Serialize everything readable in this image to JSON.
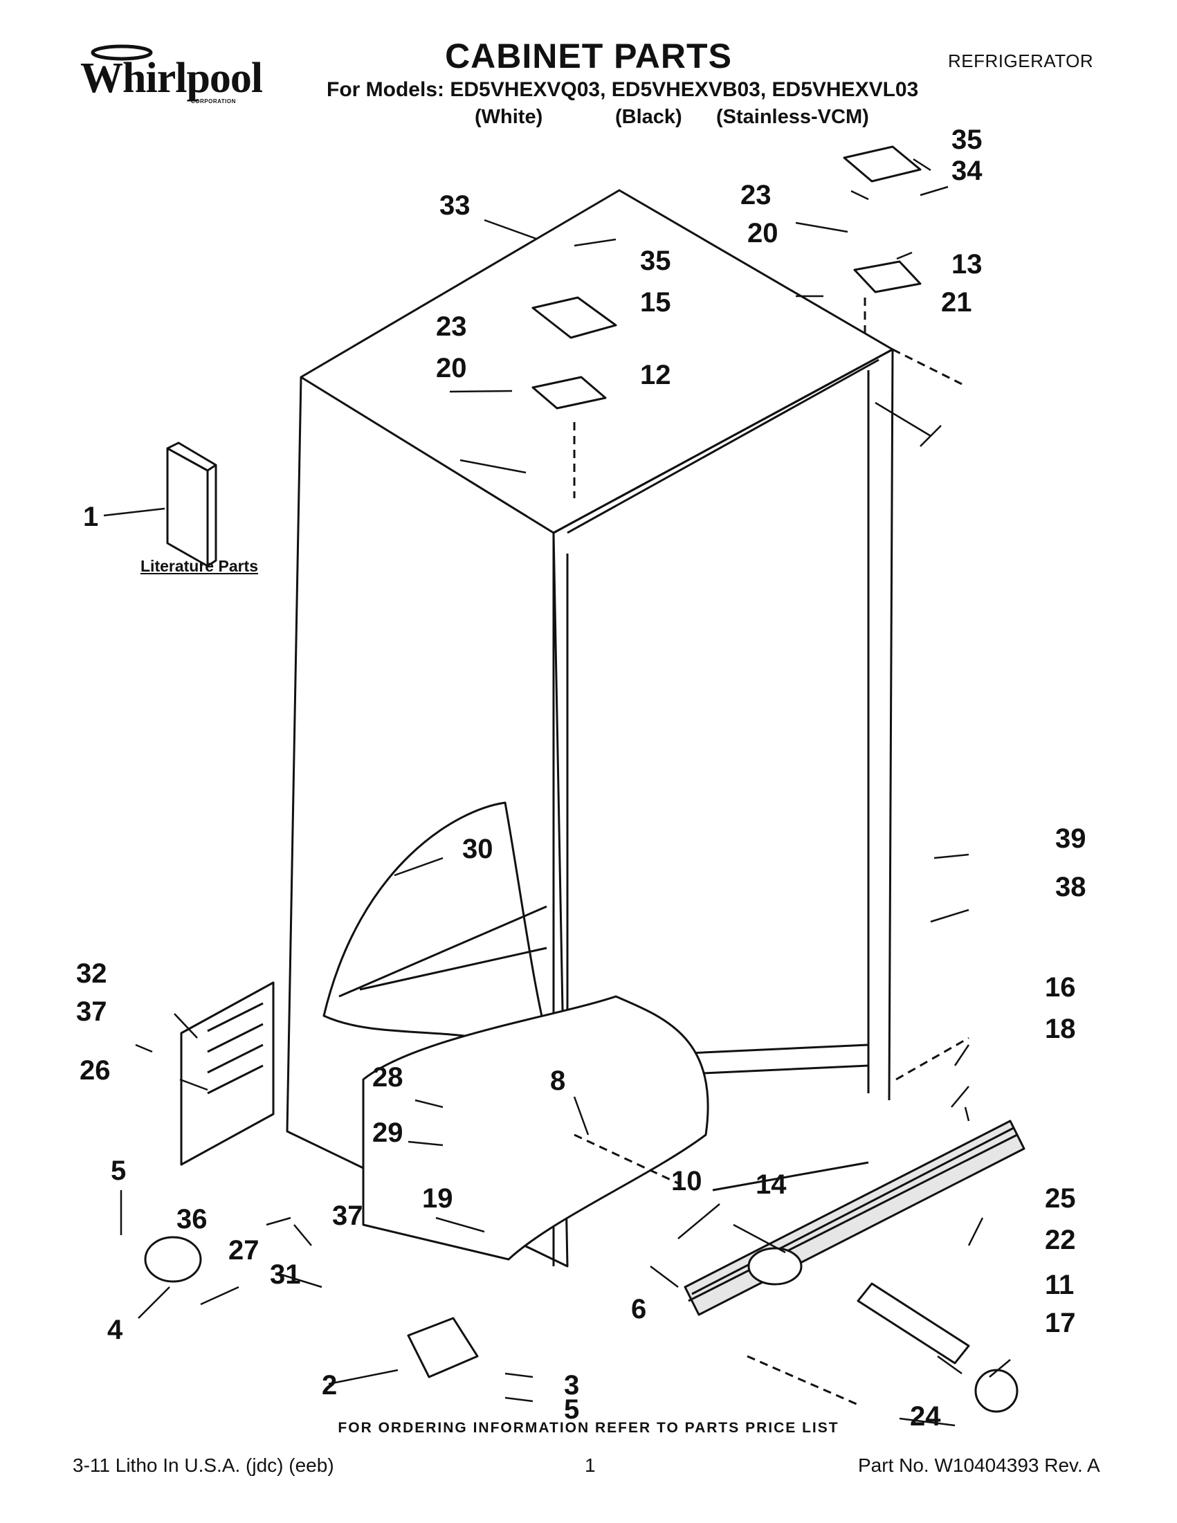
{
  "brand": {
    "wordmark": "Whirlpool",
    "corporation": "CORPORATION"
  },
  "header": {
    "title": "CABINET PARTS",
    "appliance": "REFRIGERATOR",
    "models_line": "For Models: ED5VHEXVQ03, ED5VHEXVB03, ED5VHEXVL03",
    "variants": [
      "(White)",
      "(Black)",
      "(Stainless-VCM)"
    ]
  },
  "literature_label": "Literature Parts",
  "callouts": [
    "1",
    "2",
    "3",
    "4",
    "5",
    "5",
    "6",
    "8",
    "10",
    "11",
    "12",
    "13",
    "14",
    "15",
    "16",
    "17",
    "18",
    "19",
    "20",
    "20",
    "21",
    "22",
    "23",
    "23",
    "24",
    "25",
    "26",
    "27",
    "28",
    "29",
    "30",
    "31",
    "32",
    "33",
    "34",
    "35",
    "35",
    "36",
    "37",
    "37",
    "38",
    "39"
  ],
  "footer": {
    "ordering": "FOR ORDERING INFORMATION REFER TO PARTS PRICE LIST",
    "litho": "3-11 Litho In U.S.A. (jdc) (eeb)",
    "page": "1",
    "part_no": "Part No. W10404393 Rev. A"
  },
  "colors": {
    "ink": "#111111",
    "paper": "#ffffff",
    "shade": "#e6e6e6"
  }
}
